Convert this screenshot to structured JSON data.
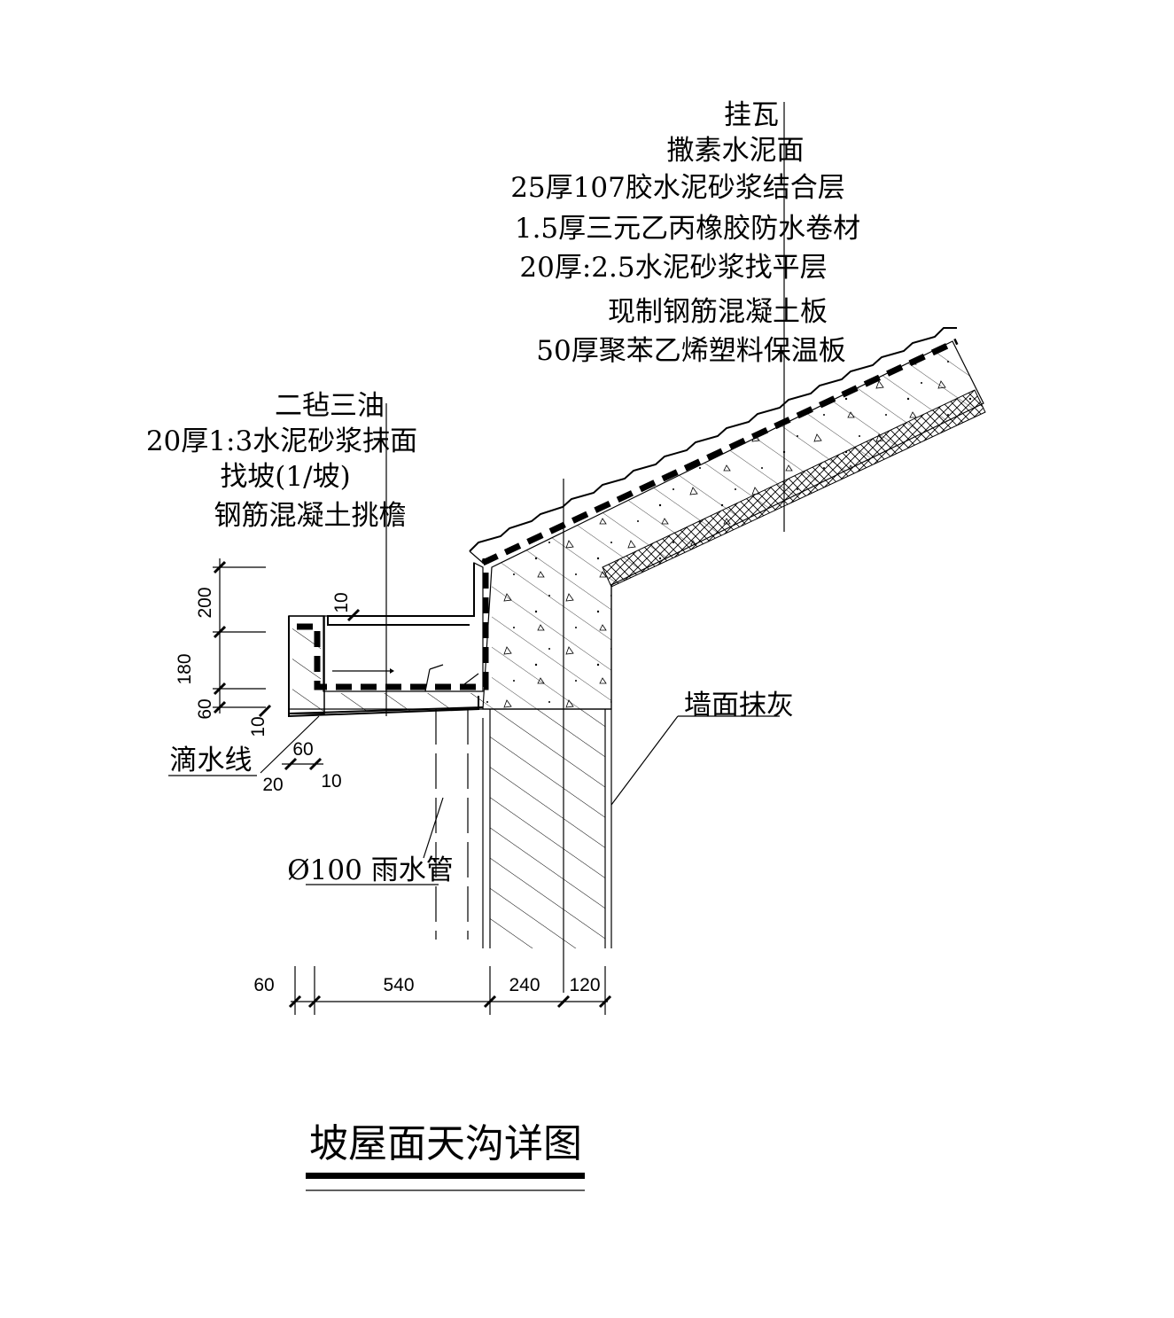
{
  "title": "坡屋面天沟详图",
  "roof_layers": [
    "挂瓦",
    "撒素水泥面",
    "25厚107胶水泥砂浆结合层",
    "1.5厚三元乙丙橡胶防水卷材",
    "20厚:2.5水泥砂浆找平层",
    "现制钢筋混凝土板",
    "50厚聚苯乙烯塑料保温板"
  ],
  "gutter_layers": [
    "二毡三油",
    "20厚1:3水泥砂浆抹面",
    "找坡(1/坡)",
    "钢筋混凝土挑檐"
  ],
  "labels": {
    "drip": "滴水线",
    "pipe": "Ø100 雨水管",
    "wall_plaster": "墙面抹灰"
  },
  "vertical_dims": [
    "200",
    "180",
    "60",
    "10"
  ],
  "small_dims": [
    "10",
    "60",
    "20",
    "10"
  ],
  "horizontal_dims": [
    "60",
    "540",
    "240",
    "120"
  ]
}
